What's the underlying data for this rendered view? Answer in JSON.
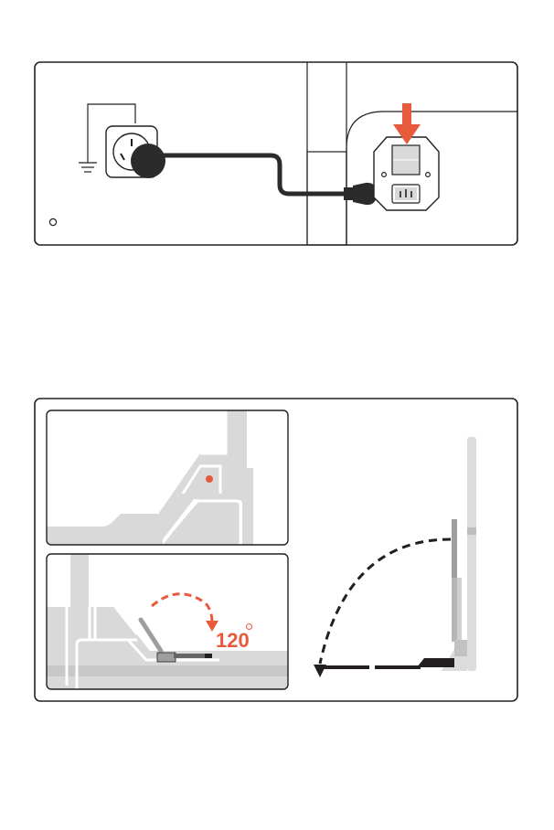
{
  "figures": [
    {
      "name": "power-connection-figure"
    },
    {
      "name": "stand-unfold-figure"
    }
  ],
  "fold_angle": "120",
  "colors": {
    "accent": "#e85a3c",
    "outline": "#231f20",
    "cable": "#2b2b2b",
    "device_gray": "#d9d9d9",
    "device_dark": "#9e9e9e"
  },
  "icons": [
    "ground-icon",
    "power-outlet-icon",
    "power-plug-icon",
    "power-switch-icon",
    "iec-socket-icon",
    "arrow-down-icon",
    "rotate-arrow-icon"
  ]
}
